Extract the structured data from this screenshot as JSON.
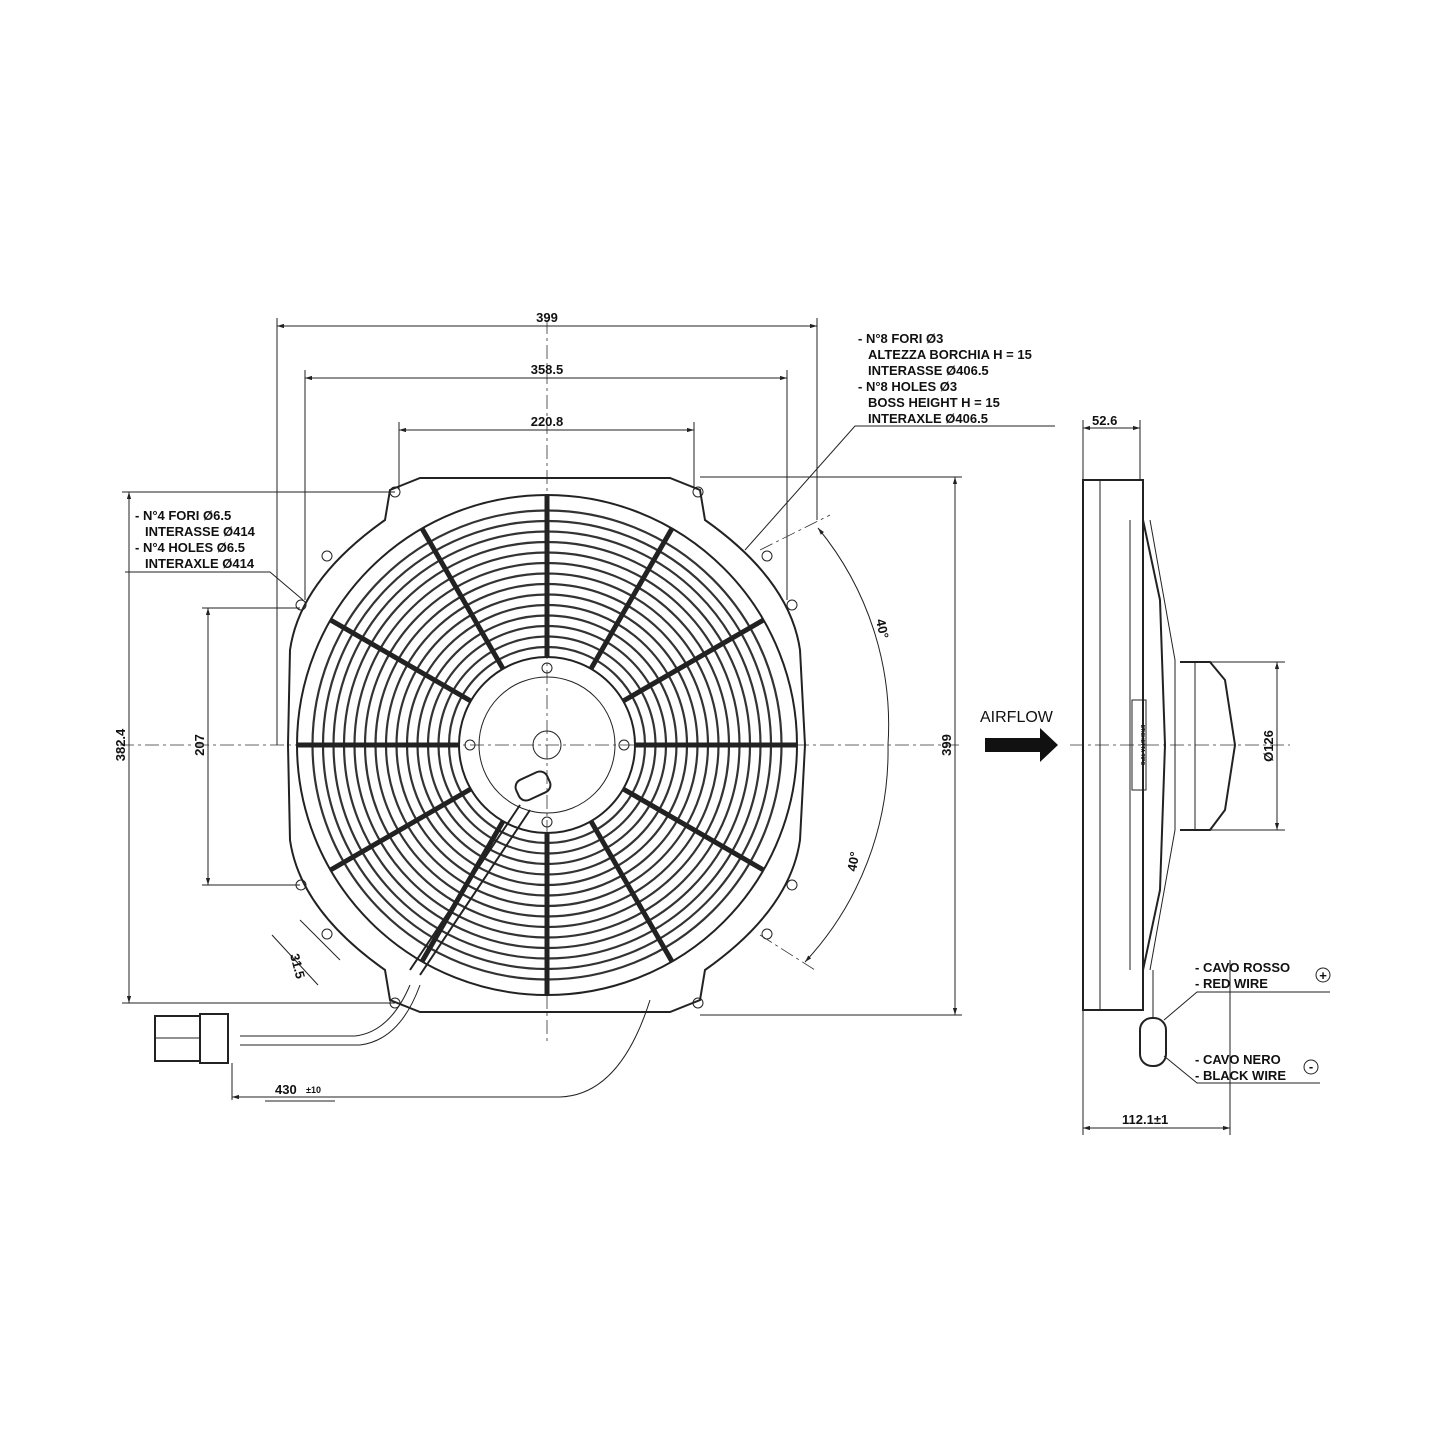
{
  "front_view": {
    "dim_width_outer": "399",
    "dim_width_mid": "358.5",
    "dim_width_inner": "220.8",
    "dim_height_left": "382.4",
    "dim_height_inner": "207",
    "dim_height_right": "399",
    "dim_slot": "31.5",
    "dim_cable": "430",
    "dim_cable_tol": "±10",
    "angle_top": "40°",
    "angle_bottom": "40°",
    "note_holes_4": [
      "- N°4 FORI Ø6.5",
      "INTERASSE Ø414",
      "- N°4 HOLES Ø6.5",
      "INTERAXLE Ø414"
    ],
    "note_holes_8": [
      "- N°8 FORI Ø3",
      "ALTEZZA BORCHIA H = 15",
      "INTERASSE Ø406.5",
      "- N°8 HOLES Ø3",
      "BOSS HEIGHT H = 15",
      "INTERAXLE Ø406.5"
    ]
  },
  "airflow_label": "AIRFLOW",
  "side_view": {
    "dim_depth": "52.6",
    "dim_motor": "Ø126",
    "dim_total_depth": "112.1±1",
    "label_plate": "ETICHETTA TIPO",
    "red_wire": [
      "- CAVO ROSSO",
      "- RED WIRE"
    ],
    "black_wire": [
      "- CAVO NERO",
      "- BLACK WIRE"
    ],
    "plus_symbol": "+",
    "minus_symbol": "-"
  }
}
